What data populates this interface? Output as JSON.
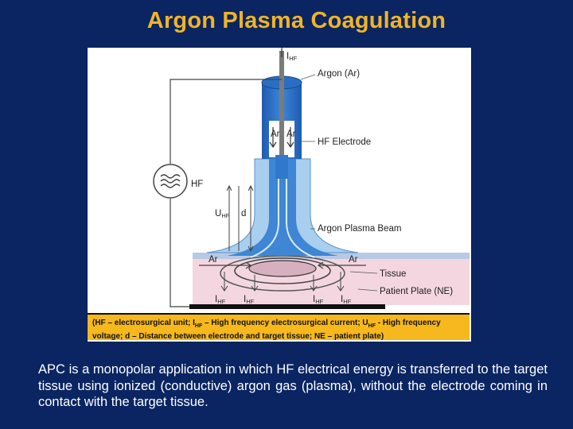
{
  "title": "Argon Plasma Coagulation",
  "diagram": {
    "labels": {
      "ihf_top": "I",
      "argon": "Argon (Ar)",
      "ar_left": "Ar",
      "ar_right": "Ar",
      "hf_electrode": "HF Electrode",
      "hf": "HF",
      "uhf": "U",
      "d": "d",
      "argon_plasma_beam": "Argon Plasma Beam",
      "ar_side_left": "Ar",
      "ar_side_right": "Ar",
      "tissue": "Tissue",
      "patient_plate": "Patient Plate (NE)",
      "i_bottom": "I",
      "hf_sub": "HF"
    },
    "caption_parts": {
      "p1": "(HF – electrosurgical unit; I",
      "p1_sub": "HF",
      "p2": " – High frequency electrosurgical current;  U",
      "p2_sub": "HF",
      "p3": " - High frequency voltage;  d – Distance between electrode and target tissue; NE – patient plate)"
    }
  },
  "body_text": "APC is a monopolar application in which HF electrical energy is transferred to the target tissue using ionized (conductive) argon gas (plasma), without the electrode coming in contact with the target tissue."
}
